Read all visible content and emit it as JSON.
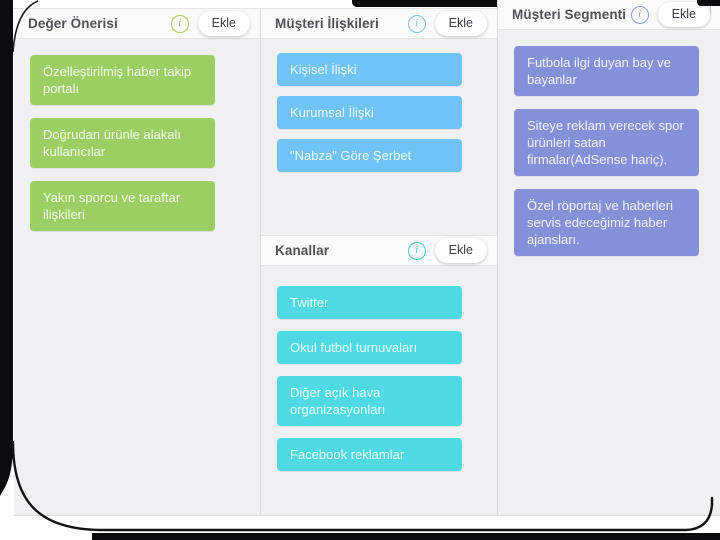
{
  "colors": {
    "value_proposition_accent": "#9ccf63",
    "customer_relationships_accent": "#6fc3f7",
    "channels_accent": "#4fd9e2",
    "customer_segments_accent": "#8491d8",
    "canvas_background": "#f0f0f2",
    "frame": "#0c0c0e"
  },
  "icons": {
    "info_glyph": "i"
  },
  "canvas": {
    "columns": [
      {
        "id": "value-proposition",
        "title": "Değer Önerisi",
        "add_label": "Ekle",
        "cards": [
          "Özelleştirilmiş haber takip portalı",
          "Doğrudan ürünle alakalı kullanıcılar",
          "Yakın sporcu ve taraftar ilişkileri"
        ]
      },
      {
        "id": "customer-relationships",
        "title": "Müşteri İlişkileri",
        "add_label": "Ekle",
        "cards": [
          "Kişisel İlişki",
          "Kurumsal İlişki",
          "\"Nabza\" Göre Şerbet"
        ]
      },
      {
        "id": "channels",
        "title": "Kanallar",
        "add_label": "Ekle",
        "cards": [
          "Twitter",
          "Okul futbol turnuvaları",
          "Diğer açık hava organizasyonları",
          "Facebook reklamlar"
        ]
      },
      {
        "id": "customer-segments",
        "title": "Müşteri Segmenti",
        "add_label": "Ekle",
        "cards": [
          "Futbola ilgi duyan bay ve bayanlar",
          "Siteye reklam verecek spor ürünleri satan firmalar(AdSense hariç).",
          "Özel röportaj ve haberleri servis edeceğimiz haber ajansları."
        ]
      }
    ]
  }
}
